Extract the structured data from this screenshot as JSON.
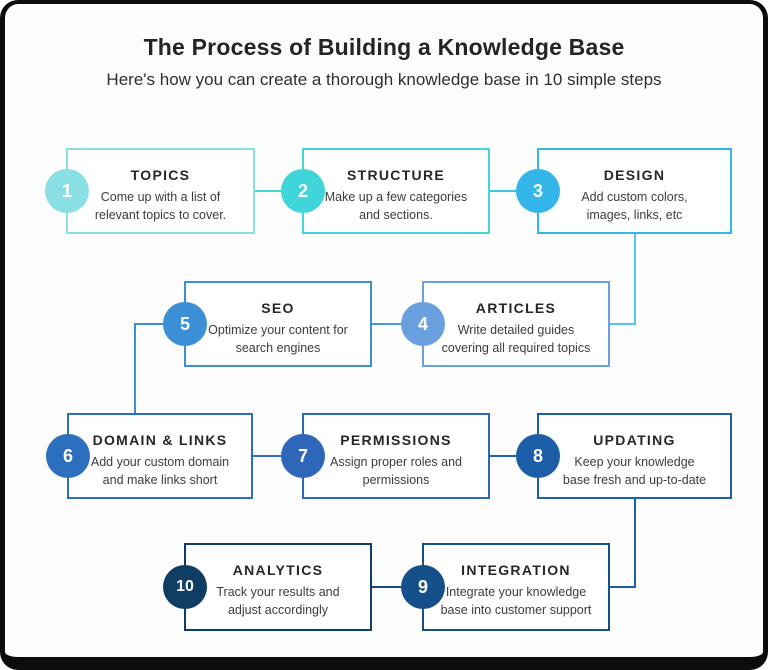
{
  "header": {
    "title": "The Process of Building a Knowledge Base",
    "subtitle": "Here's how you can create a thorough knowledge base in 10 simple steps"
  },
  "steps": [
    {
      "number": "1",
      "title": "TOPICS",
      "description": "Come up with a list of\nrelevant topics to cover.",
      "color": "#8adfe4"
    },
    {
      "number": "2",
      "title": "STRUCTURE",
      "description": "Make up a few categories\nand sections.",
      "color": "#40d5d8"
    },
    {
      "number": "3",
      "title": "DESIGN",
      "description": "Add custom colors,\nimages, links, etc",
      "color": "#35b6ea"
    },
    {
      "number": "4",
      "title": "ARTICLES",
      "description": "Write detailed guides\ncovering all required topics",
      "color": "#6ba0e0"
    },
    {
      "number": "5",
      "title": "SEO",
      "description": "Optimize your content for\nsearch engines",
      "color": "#3a8fd6"
    },
    {
      "number": "6",
      "title": "DOMAIN & LINKS",
      "description": "Add your custom domain\nand make links short",
      "color": "#2b6fbe"
    },
    {
      "number": "7",
      "title": "PERMISSIONS",
      "description": "Assign proper roles and\npermissions",
      "color": "#2e66ba"
    },
    {
      "number": "8",
      "title": "UPDATING",
      "description": "Keep your knowledge\nbase fresh and up-to-date",
      "color": "#1c5fa8"
    },
    {
      "number": "9",
      "title": "INTEGRATION",
      "description": "Integrate your knowledge\nbase into customer support",
      "color": "#16508a"
    },
    {
      "number": "10",
      "title": "ANALYTICS",
      "description": "Track your results and\nadjust accordingly",
      "color": "#0f3d63"
    }
  ],
  "connectors": {
    "s1_s2": "#45d5d8",
    "s2_s3": "#3cc6e0",
    "s3_s4": "#4ec8f0",
    "s4_s5": "#4f97da",
    "s5_s6": "#3a8fd6",
    "s6_s7": "#2e6fbe",
    "s7_s8": "#2263b0",
    "s8_s9": "#1c5fa8",
    "s9_s10": "#134a7e"
  }
}
